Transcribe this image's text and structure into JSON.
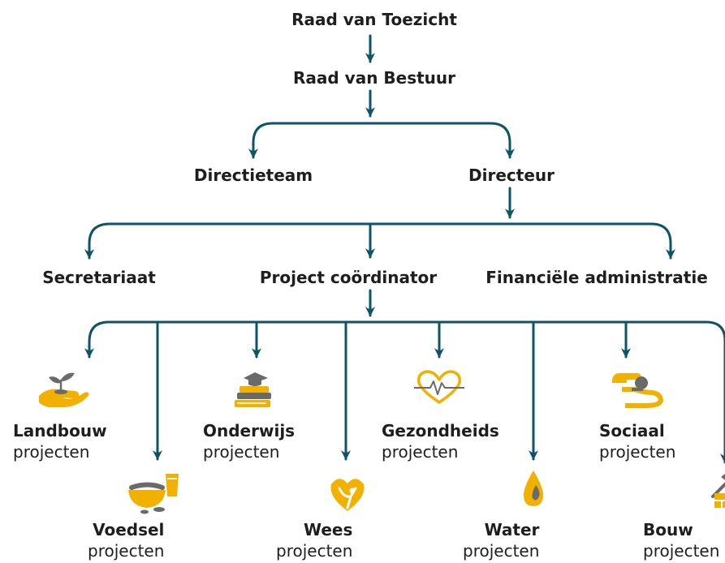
{
  "board": {
    "supervisory": "Raad van Toezicht",
    "executive": "Raad van Bestuur",
    "management_team": "Directieteam",
    "director": "Directeur",
    "secretariat": "Secretariaat",
    "project_coordinator": "Project coördinator",
    "finance": "Financiële administratie"
  },
  "projects": [
    {
      "title": "Landbouw",
      "subtitle": "projecten",
      "icon": "plant-in-hand-icon"
    },
    {
      "title": "Voedsel",
      "subtitle": "projecten",
      "icon": "food-bowl-glass-icon"
    },
    {
      "title": "Onderwijs",
      "subtitle": "projecten",
      "icon": "books-graduation-cap-icon"
    },
    {
      "title": "Wees",
      "subtitle": "projecten",
      "icon": "heart-child-icon"
    },
    {
      "title": "Gezondheids",
      "subtitle": "projecten",
      "icon": "heart-pulse-icon"
    },
    {
      "title": "Water",
      "subtitle": "projecten",
      "icon": "water-drop-icon"
    },
    {
      "title": "Sociaal",
      "subtitle": "projecten",
      "icon": "hand-coin-icon"
    },
    {
      "title": "Bouw",
      "subtitle": "projecten",
      "icon": "hammer-bricks-icon"
    }
  ],
  "colors": {
    "line": "#0e5468",
    "icon": "#f2b000",
    "icon_dark": "#6a6a6a",
    "text": "#1e1e1e"
  }
}
